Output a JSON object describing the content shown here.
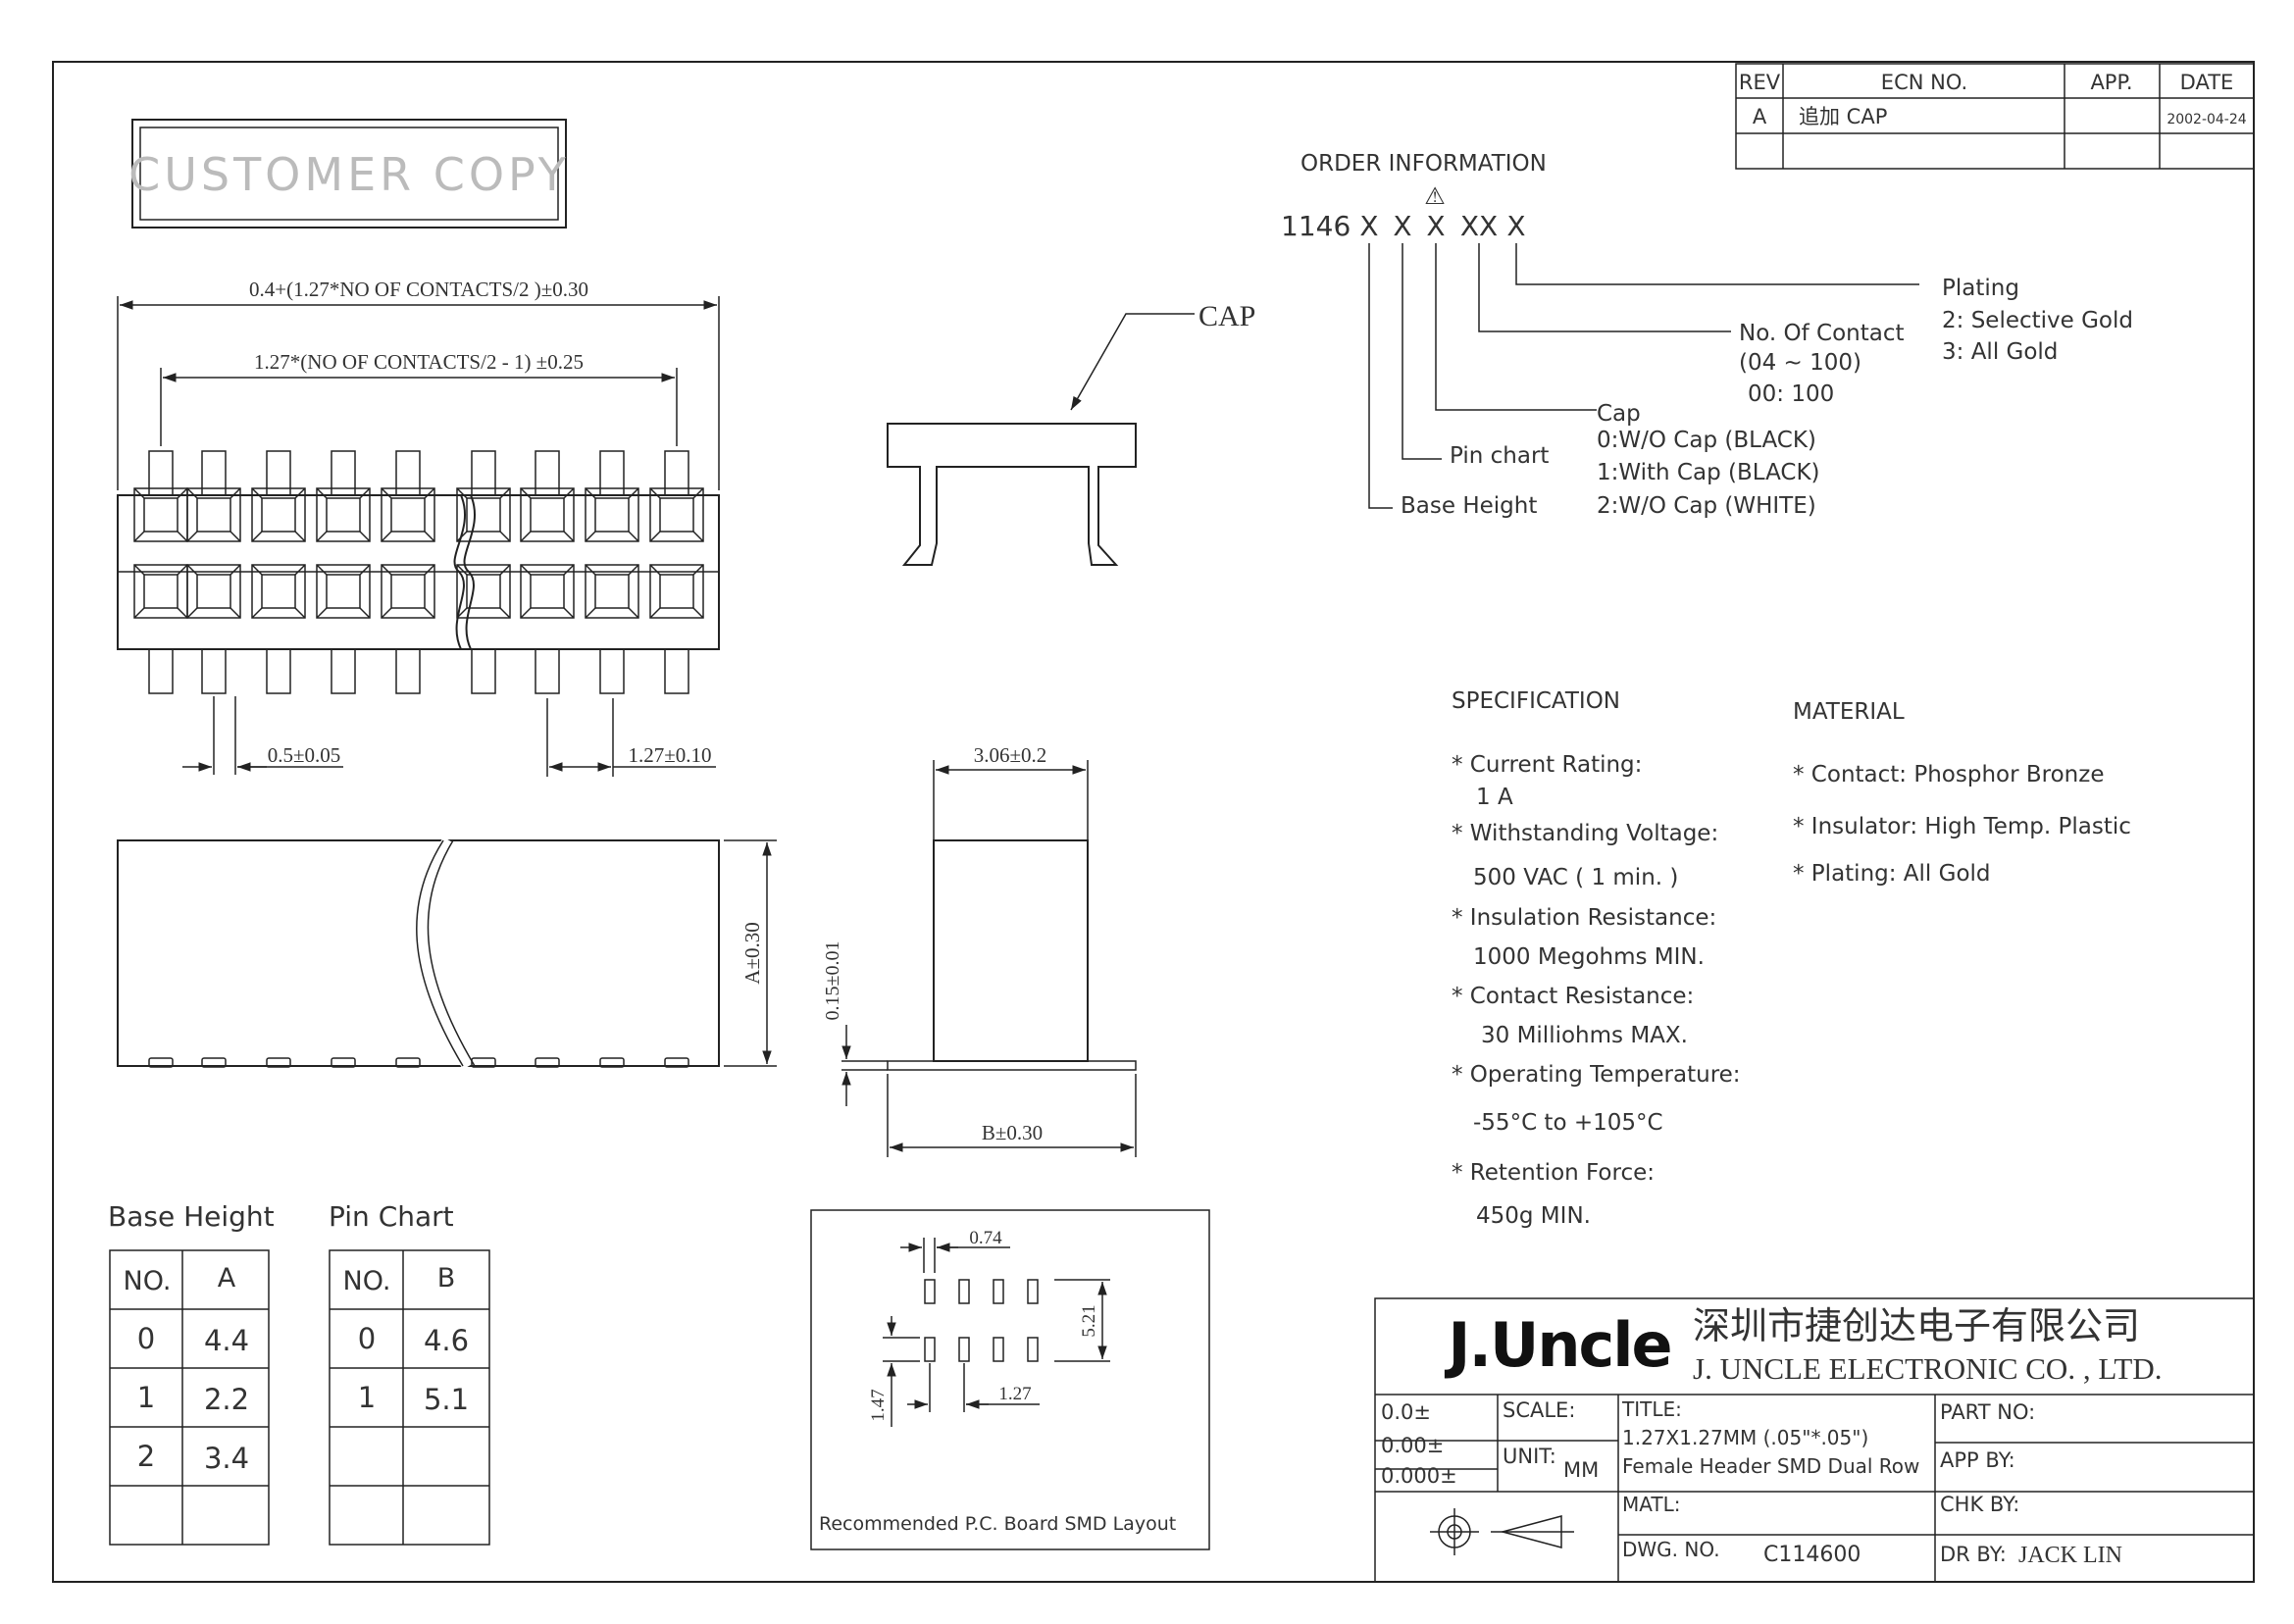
{
  "stamp": "CUSTOMER COPY",
  "revision_table": {
    "headers": [
      "REV",
      "ECN NO.",
      "APP.",
      "DATE"
    ],
    "rows": [
      {
        "rev": "A",
        "ecn": "追加 CAP",
        "app": "",
        "date": "2002-04-24"
      }
    ]
  },
  "order_info": {
    "title": "ORDER INFORMATION",
    "warning_symbol": "⚠",
    "code": {
      "prefix": "1146",
      "fields": [
        "X",
        "X",
        "X",
        "XX",
        "X"
      ]
    },
    "plating": {
      "label": "Plating",
      "opt1": "2: Selective Gold",
      "opt2": "3: All Gold"
    },
    "contacts": {
      "label": "No. Of Contact",
      "range": "(04 ~ 100)",
      "note": "00: 100"
    },
    "cap": {
      "label": "Cap",
      "opt0": "0:W/O Cap (BLACK)",
      "opt1": "1:With Cap (BLACK)",
      "opt2": "2:W/O Cap (WHITE)"
    },
    "pin_chart": "Pin chart",
    "base_height": "Base Height"
  },
  "cap_label": "CAP",
  "dimensions": {
    "overall": "0.4+(1.27*NO OF CONTACTS/2 )±0.30",
    "pitch_span": "1.27*(NO OF CONTACTS/2 - 1) ±0.25",
    "pin_width": "0.5±0.05",
    "pitch": "1.27±0.10",
    "height_a": "A±0.30",
    "side_width": "3.06±0.2",
    "lead_thick": "0.15±0.01",
    "side_b": "B±0.30",
    "pad_width": "0.74",
    "pad_span": "5.21",
    "pad_len": "1.47",
    "pad_pitch": "1.27"
  },
  "specification": {
    "title": "SPECIFICATION",
    "items": [
      {
        "label": "* Current Rating:",
        "value": "1 A"
      },
      {
        "label": "* Withstanding Voltage:",
        "value": "500 VAC ( 1 min. )"
      },
      {
        "label": "* Insulation Resistance:",
        "value": "1000 Megohms MIN."
      },
      {
        "label": "* Contact Resistance:",
        "value": "30 Milliohms MAX."
      },
      {
        "label": "* Operating Temperature:",
        "value": "-55°C to +105°C"
      },
      {
        "label": "* Retention Force:",
        "value": "450g MIN."
      }
    ]
  },
  "material": {
    "title": "MATERIAL",
    "items": [
      "* Contact: Phosphor Bronze",
      "* Insulator: High Temp. Plastic",
      "* Plating: All Gold"
    ]
  },
  "base_height_table": {
    "title": "Base Height",
    "headers": [
      "NO.",
      "A"
    ],
    "rows": [
      [
        "0",
        "4.4"
      ],
      [
        "1",
        "2.2"
      ],
      [
        "2",
        "3.4"
      ]
    ]
  },
  "pin_chart_table": {
    "title": "Pin Chart",
    "headers": [
      "NO.",
      "B"
    ],
    "rows": [
      [
        "0",
        "4.6"
      ],
      [
        "1",
        "5.1"
      ]
    ]
  },
  "pcb_layout_caption": "Recommended P.C. Board SMD Layout",
  "title_block": {
    "logo": "J.Uncle",
    "company_cn": "深圳市捷创达电子有限公司",
    "company_en": "J. UNCLE ELECTRONIC CO. , LTD.",
    "tol1": "0.0±",
    "tol2": "0.00±",
    "tol3": "0.000±",
    "scale_label": "SCALE:",
    "unit_label": "UNIT:",
    "unit_value": "MM",
    "title_label": "TITLE:",
    "title_line1": "1.27X1.27MM (.05\"*.05\")",
    "title_line2": "Female Header SMD Dual Row",
    "part_no_label": "PART NO:",
    "app_by_label": "APP BY:",
    "matl_label": "MATL:",
    "chk_by_label": "CHK BY:",
    "dwg_no_label": "DWG. NO.",
    "dwg_no": "C114600",
    "dr_by_label": "DR BY:",
    "dr_by": "JACK LIN"
  }
}
